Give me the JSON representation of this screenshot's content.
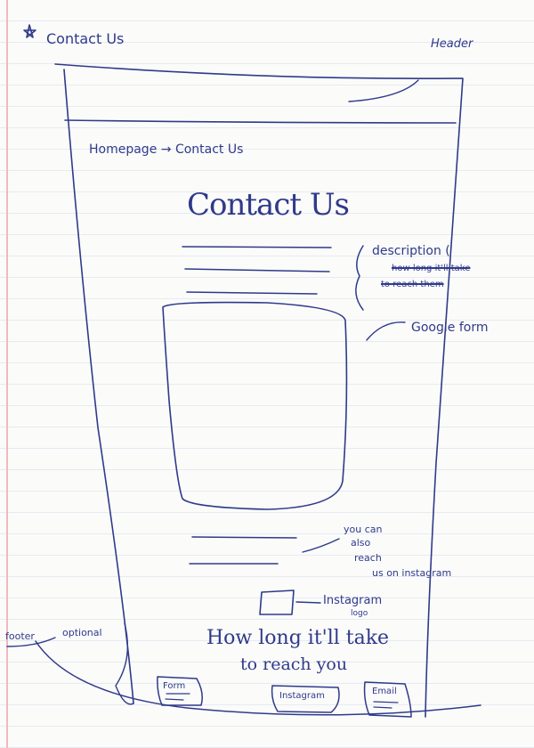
{
  "sketch": {
    "page_title": "Contact Us",
    "header_note": "Header",
    "breadcrumb": "Homepage → Contact Us",
    "main_heading": "Contact Us",
    "description_note": "description (",
    "struck_note_1": "how long it'll take",
    "struck_note_2": "to reach them",
    "form_note": "Google form",
    "instagram_note": [
      "you can",
      "also",
      "reach",
      "us on instagram"
    ],
    "logo_note": "Instagram",
    "logo_note_2": "logo",
    "reach_line_1": "How long it'll take",
    "reach_line_2": "to reach you",
    "footer_note": "footer",
    "optional_note": "optional",
    "footer_buttons": [
      "Form",
      "Instagram",
      "Email"
    ]
  }
}
